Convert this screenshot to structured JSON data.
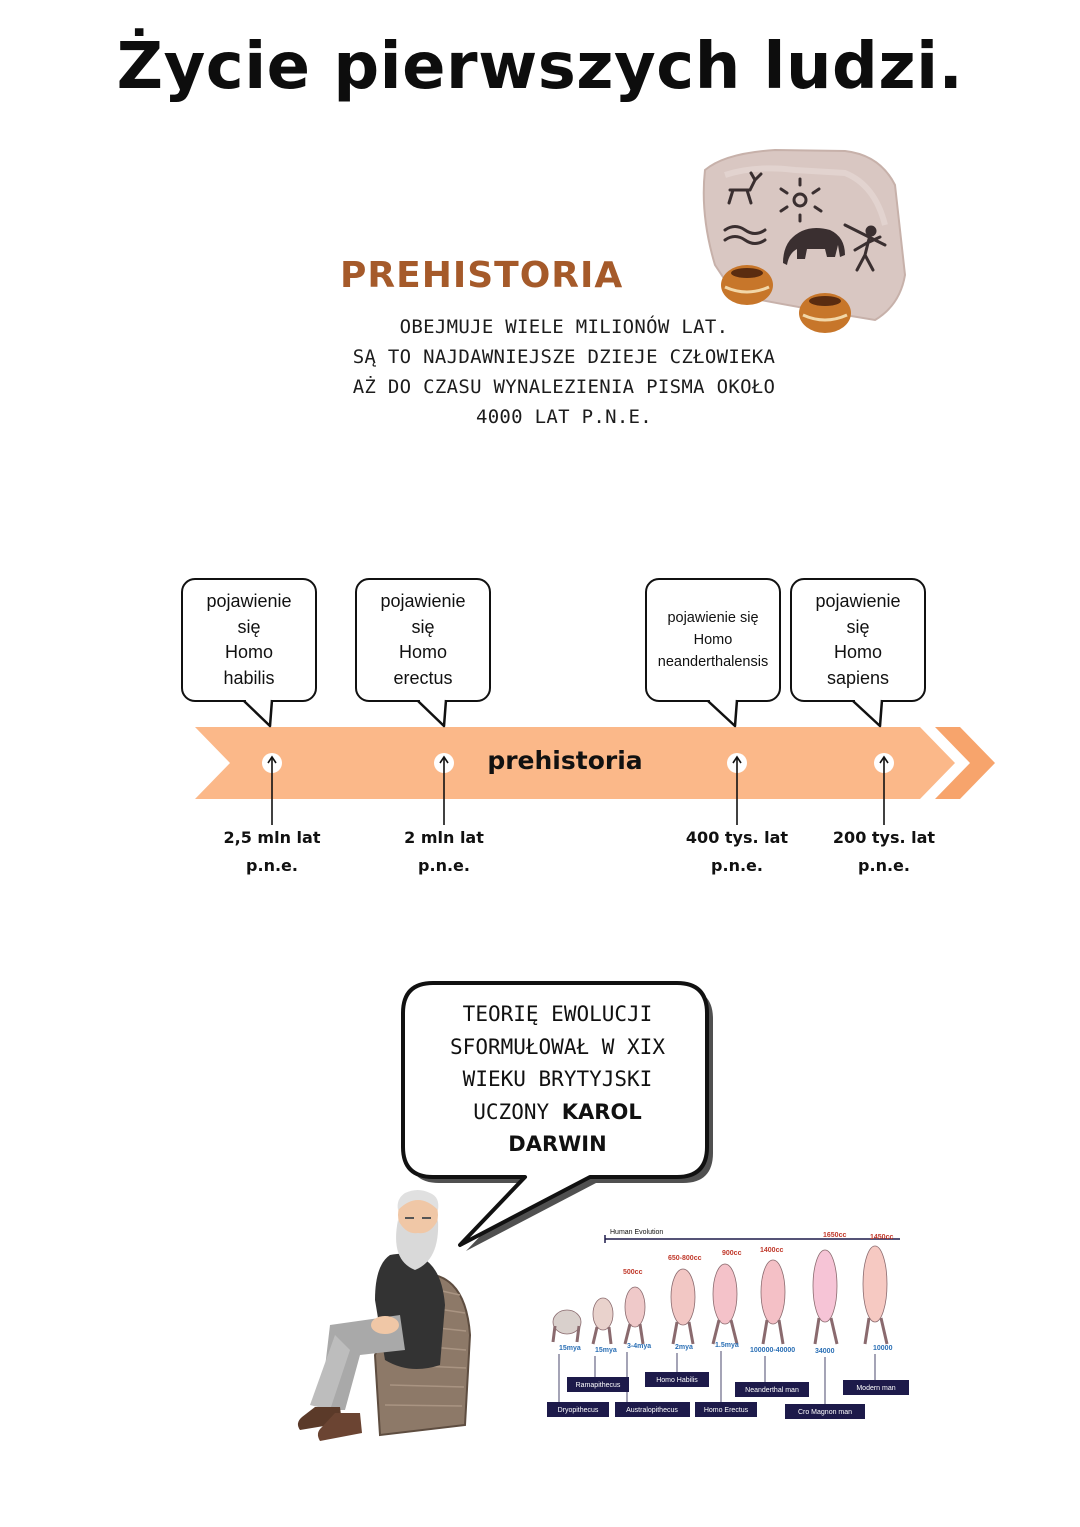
{
  "title": "Życie pierwszych ludzi.",
  "prehistory": {
    "heading": "PREHISTORIA",
    "description_lines": [
      "OBEJMUJE WIELE MILIONÓW LAT.",
      "SĄ TO NAJDAWNIEJSZE DZIEJE CZŁOWIEKA",
      "AŻ DO CZASU WYNALEZIENIA PISMA OKOŁO",
      "4000 LAT P.N.E."
    ],
    "illustration": "cave-painting-rock-with-pots-icon"
  },
  "timeline": {
    "label": "prehistoria",
    "colors": {
      "arrow": "#fbb889",
      "accent": "#f7a46c"
    },
    "events": [
      {
        "text_lines": [
          "pojawienie",
          "się",
          "Homo",
          "habilis"
        ],
        "date_lines": [
          "2,5 mln lat",
          "p.n.e."
        ]
      },
      {
        "text_lines": [
          "pojawienie",
          "się",
          "Homo",
          "erectus"
        ],
        "date_lines": [
          "2 mln lat",
          "p.n.e."
        ]
      },
      {
        "text_lines": [
          "pojawienie się",
          "Homo",
          "neanderthalensis"
        ],
        "date_lines": [
          "400 tys. lat",
          "p.n.e."
        ]
      },
      {
        "text_lines": [
          "pojawienie",
          "się",
          "Homo",
          "sapiens"
        ],
        "date_lines": [
          "200 tys. lat",
          "p.n.e."
        ]
      }
    ]
  },
  "darwin": {
    "speech_lines": [
      "TEORIĘ EWOLUCJI",
      "SFORMUŁOWAŁ W XIX",
      "WIEKU BRYTYJSKI",
      "UCZONY "
    ],
    "speech_bold_1": "KAROL",
    "speech_bold_2": "DARWIN",
    "illustration": "charles-darwin-seated-icon"
  },
  "evolution_chart": {
    "heading": "Human Evolution",
    "capacities": [
      "500cc",
      "650-800cc",
      "900cc",
      "1400cc",
      "1650cc",
      "1450cc"
    ],
    "ages": [
      "15mya",
      "15mya",
      "3-4mya",
      "2mya",
      "1.5mya",
      "100000-40000",
      "34000",
      "10000"
    ],
    "species": [
      "Dryopithecus",
      "Ramapithecus",
      "Australopithecus",
      "Homo Habilis",
      "Homo Erectus",
      "Neanderthal man",
      "Cro Magnon man",
      "Modern man"
    ],
    "colors": {
      "label_box": "#1d1a4a",
      "capacity": "#c0392b",
      "age": "#2a6fb5"
    }
  }
}
